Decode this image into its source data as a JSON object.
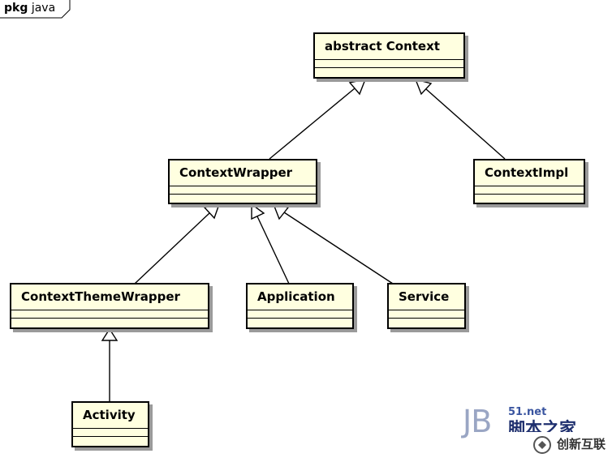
{
  "package": {
    "keyword": "pkg",
    "name": "java"
  },
  "classes": {
    "context": "abstract Context",
    "context_wrapper": "ContextWrapper",
    "context_impl": "ContextImpl",
    "context_theme_wrapper": "ContextThemeWrapper",
    "application": "Application",
    "service": "Service",
    "activity": "Activity"
  },
  "watermark": {
    "logo_text": "JB",
    "site": "51.net",
    "site_cn": "脚本之家",
    "brand": "创新互联"
  }
}
